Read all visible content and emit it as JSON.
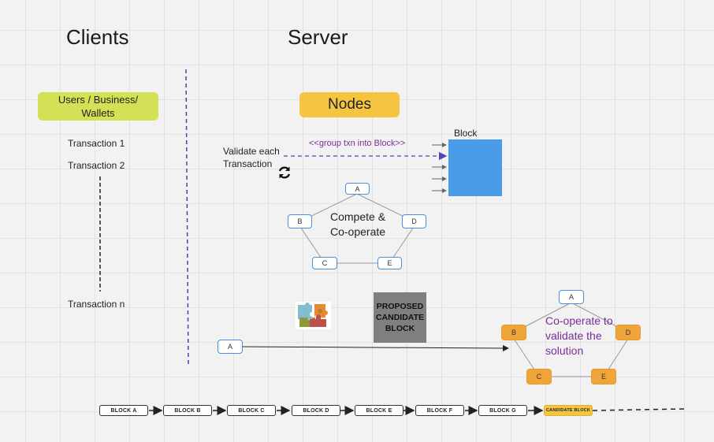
{
  "headings": {
    "clients": "Clients",
    "server": "Server"
  },
  "client_box": {
    "label": "Users / Business/ Wallets",
    "color": "#d4e157"
  },
  "nodes_box": {
    "label": "Nodes",
    "color": "#f5c542"
  },
  "transactions": [
    "Transaction 1",
    "Transaction 2",
    "Transaction n"
  ],
  "validate_text": "Validate each Transaction",
  "group_text": "<<group txn into Block>>",
  "block_label": "Block",
  "block_color": "#4a9be8",
  "compete_text": "Compete & Co-operate",
  "network1_nodes": [
    "A",
    "B",
    "C",
    "D",
    "E"
  ],
  "proposed_block": "PROPOSED CANDIDATE BLOCK",
  "sender_node": "A",
  "network2_nodes": [
    "A",
    "B",
    "C",
    "D",
    "E"
  ],
  "cooperate_text": "Co-operate to validate the solution",
  "cooperate_color": "#7b2d9c",
  "chain": [
    "BLOCK A",
    "BLOCK B",
    "BLOCK C",
    "BLOCK D",
    "BLOCK E",
    "BLOCK F",
    "BLOCK G",
    "CANDIDATE BLOCK"
  ],
  "icons": [
    "refresh-icon",
    "puzzle-icon"
  ]
}
